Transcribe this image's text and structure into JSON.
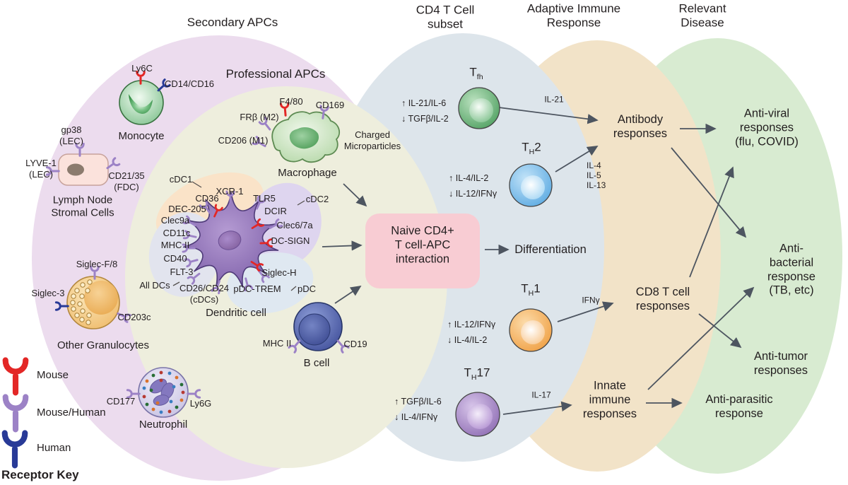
{
  "headers": {
    "secondary_apcs": "Secondary APCs",
    "professional_apcs": "Professional APCs",
    "cd4_subset": "CD4 T Cell\nsubset",
    "adaptive_response": "Adaptive Immune\nResponse",
    "relevant_disease": "Relevant\nDisease"
  },
  "apcs": {
    "monocyte": {
      "name": "Monocyte",
      "ly6c": "Ly6C",
      "cd14_cd16": "CD14/CD16"
    },
    "stromal": {
      "name": "Lymph Node\nStromal Cells",
      "gp38": "gp38\n(LEC)",
      "lyve1": "LYVE-1\n(LEC)",
      "cd21_35": "CD21/35\n(FDC)"
    },
    "granulocyte": {
      "name": "Other Granulocytes",
      "siglec_f8": "Siglec-F/8",
      "siglec_3": "Siglec-3",
      "cd203c": "CD203c"
    },
    "neutrophil": {
      "name": "Neutrophil",
      "cd177": "CD177",
      "ly6g": "Ly6G"
    },
    "macrophage": {
      "name": "Macrophage",
      "f4_80": "F4/80",
      "cd169": "CD169",
      "frb_m2": "FRβ (M2)",
      "cd206_m1": "CD206 (M1)",
      "charged_microparticles": "Charged\nMicroparticles"
    },
    "dendritic": {
      "name": "Dendritic cell",
      "cdc1": "cDC1",
      "cdc2": "cDC2",
      "all_dcs": "All DCs",
      "pdc": "pDC",
      "xcr1": "XCR-1",
      "cd36": "CD36",
      "tlr5": "TLR5",
      "dec205": "DEC-205",
      "dcir": "DCIR",
      "clec9a": "Clec9a",
      "clec67a": "Clec6/7a",
      "cd11c": "CD11c",
      "mhc_ii": "MHC II",
      "dc_sign": "DC-SIGN",
      "cd40": "CD40",
      "flt3": "FLT-3",
      "siglec_h": "Siglec-H",
      "cd26_cd24": "CD26/CD24\n(cDCs)",
      "pdc_trem": "pDC-TREM"
    },
    "b_cell": {
      "name": "B cell",
      "mhc_ii": "MHC II",
      "cd19": "CD19"
    }
  },
  "flow": {
    "interaction_box": "Naive CD4+\nT cell-APC\ninteraction",
    "differentiation": "Differentiation"
  },
  "tcells": {
    "tfh": {
      "base": "T",
      "sub": "fh",
      "tail": "",
      "cytokines": "↑ IL-21/IL-6\n↓ TGFβ/IL-2",
      "secreted": "IL-21"
    },
    "th2": {
      "base": "T",
      "sub": "H",
      "tail": "2",
      "cytokines": "↑ IL-4/IL-2\n↓ IL-12/IFNγ",
      "secreted": "IL-4\nIL-5\nIL-13"
    },
    "th1": {
      "base": "T",
      "sub": "H",
      "tail": "1",
      "cytokines": "↑ IL-12/IFNγ\n↓ IL-4/IL-2",
      "secreted": "IFNγ"
    },
    "th17": {
      "base": "T",
      "sub": "H",
      "tail": "17",
      "cytokines": "↑ TGFβ/IL-6\n↓ IL-4/IFNγ",
      "secreted": "IL-17"
    }
  },
  "adaptive": {
    "antibody": "Antibody\nresponses",
    "cd8": "CD8 T cell\nresponses",
    "innate": "Innate\nimmune\nresponses"
  },
  "disease": {
    "antiviral": "Anti-viral\nresponses\n(flu, COVID)",
    "antibacterial": "Anti-bacterial\nresponse\n(TB, etc)",
    "antitumor": "Anti-tumor\nresponses",
    "antiparasitic": "Anti-parasitic\nresponse"
  },
  "receptor_key": {
    "title": "Receptor Key",
    "items": [
      {
        "label": "Mouse",
        "color": "#e32726"
      },
      {
        "label": "Mouse/Human",
        "color": "#9c82c6"
      },
      {
        "label": "Human",
        "color": "#283a97"
      }
    ]
  },
  "colors": {
    "region_secondary_apcs": "#ecdcee",
    "region_professional_apcs": "#eeeedd",
    "region_cd4_subset": "#dde5eb",
    "region_adaptive": "#f2e3c8",
    "region_disease": "#d8ebd1",
    "interaction_box": "#f8ccd3",
    "arrow": "#4d5560"
  }
}
